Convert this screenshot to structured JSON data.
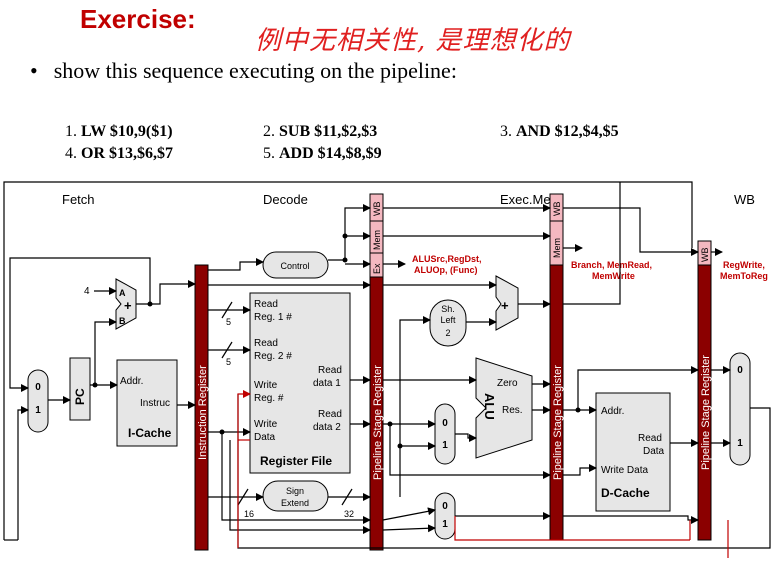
{
  "header": {
    "title": "Exercise:",
    "annotation": "例中无相关性, 是理想化的",
    "bullet": "show this sequence executing on the pipeline:"
  },
  "instructions": [
    {
      "num": "1.",
      "text": "LW $10,9($1)"
    },
    {
      "num": "2.",
      "text": "SUB $11,$2,$3"
    },
    {
      "num": "3.",
      "text": "AND $12,$4,$5"
    },
    {
      "num": "4.",
      "text": "OR $13,$6,$7"
    },
    {
      "num": "5.",
      "text": "ADD $14,$8,$9"
    }
  ],
  "stages": {
    "fetch": "Fetch",
    "decode": "Decode",
    "execmem": "Exec.Mem",
    "wb": "WB"
  },
  "blocks": {
    "pc": "PC",
    "icache_addr": "Addr.",
    "icache_instr": "Instruc",
    "icache_title": "I-Cache",
    "instr_reg": "Instruction Register",
    "control": "Control",
    "rf_read1": "Read",
    "rf_reg1": "Reg. 1 #",
    "rf_read2": "Read",
    "rf_reg2": "Reg. 2 #",
    "rf_write": "Write",
    "rf_wreg": "Reg. #",
    "rf_write2": "Write",
    "rf_data": "Data",
    "rf_rd1a": "Read",
    "rf_rd1b": "data 1",
    "rf_rd2a": "Read",
    "rf_rd2b": "data 2",
    "rf_title": "Register File",
    "sign1": "Sign",
    "sign2": "Extend",
    "psr": "Pipeline Stage Register",
    "shl1": "Sh.",
    "shl2": "Left",
    "shl3": "2",
    "alu": "ALU",
    "zero": "Zero",
    "res": "Res.",
    "dc_addr": "Addr.",
    "dc_read": "Read",
    "dc_data": "Data",
    "dc_write": "Write  Data",
    "dc_title": "D-Cache",
    "add_sym": "+",
    "add_a": "A",
    "add_b": "B",
    "four": "4",
    "mux0": "0",
    "mux1": "1",
    "bus5": "5",
    "bus16": "16",
    "bus32": "32",
    "wb": "WB",
    "mem": "Mem",
    "ex": "Ex"
  },
  "signals": {
    "ex_line1": "ALUSrc,RegDst,",
    "ex_line2": "ALUOp, (Func)",
    "mem_line1": "Branch, MemRead,",
    "mem_line2": "MemWrite",
    "wb_line1": "RegWrite,",
    "wb_line2": "MemToReg"
  },
  "colors": {
    "accent_red": "#c00000",
    "pipeline_reg": "#8b0000",
    "ctrl_pink": "#f4b8c0",
    "block_fill": "#e6e6e6"
  }
}
